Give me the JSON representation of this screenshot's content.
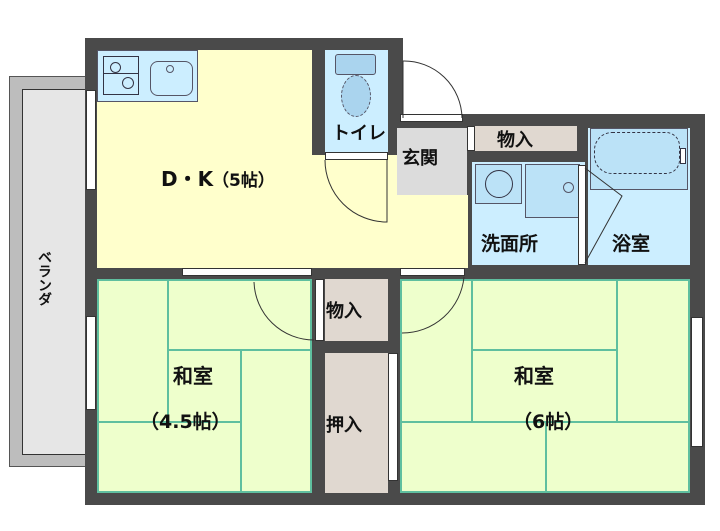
{
  "floor_plan": {
    "colors": {
      "wall": "#4a4a4a",
      "dk_floor": "#ffffcc",
      "wet_area": "#cceeff",
      "tatami": "#eeffcc",
      "tatami_line": "#5fbf9f",
      "storage": "#e0d8d0",
      "genkan": "#dcdcdc",
      "veranda": "#e6e6e6",
      "veranda_border": "#bdbdbd"
    },
    "rooms": {
      "dk": {
        "label": "D・K",
        "size": "（5帖）"
      },
      "toilet": {
        "label": "トイレ"
      },
      "genkan": {
        "label": "玄関"
      },
      "storage_top": {
        "label": "物入"
      },
      "washroom": {
        "label": "洗面所"
      },
      "bathroom": {
        "label": "浴室"
      },
      "storage_mid": {
        "label": "物入"
      },
      "oshiire": {
        "label": "押入"
      },
      "washitsu_small": {
        "label": "和室",
        "size": "（4.5帖）"
      },
      "washitsu_large": {
        "label": "和室",
        "size": "（6帖）"
      },
      "veranda": {
        "label": "ベランダ"
      }
    }
  }
}
